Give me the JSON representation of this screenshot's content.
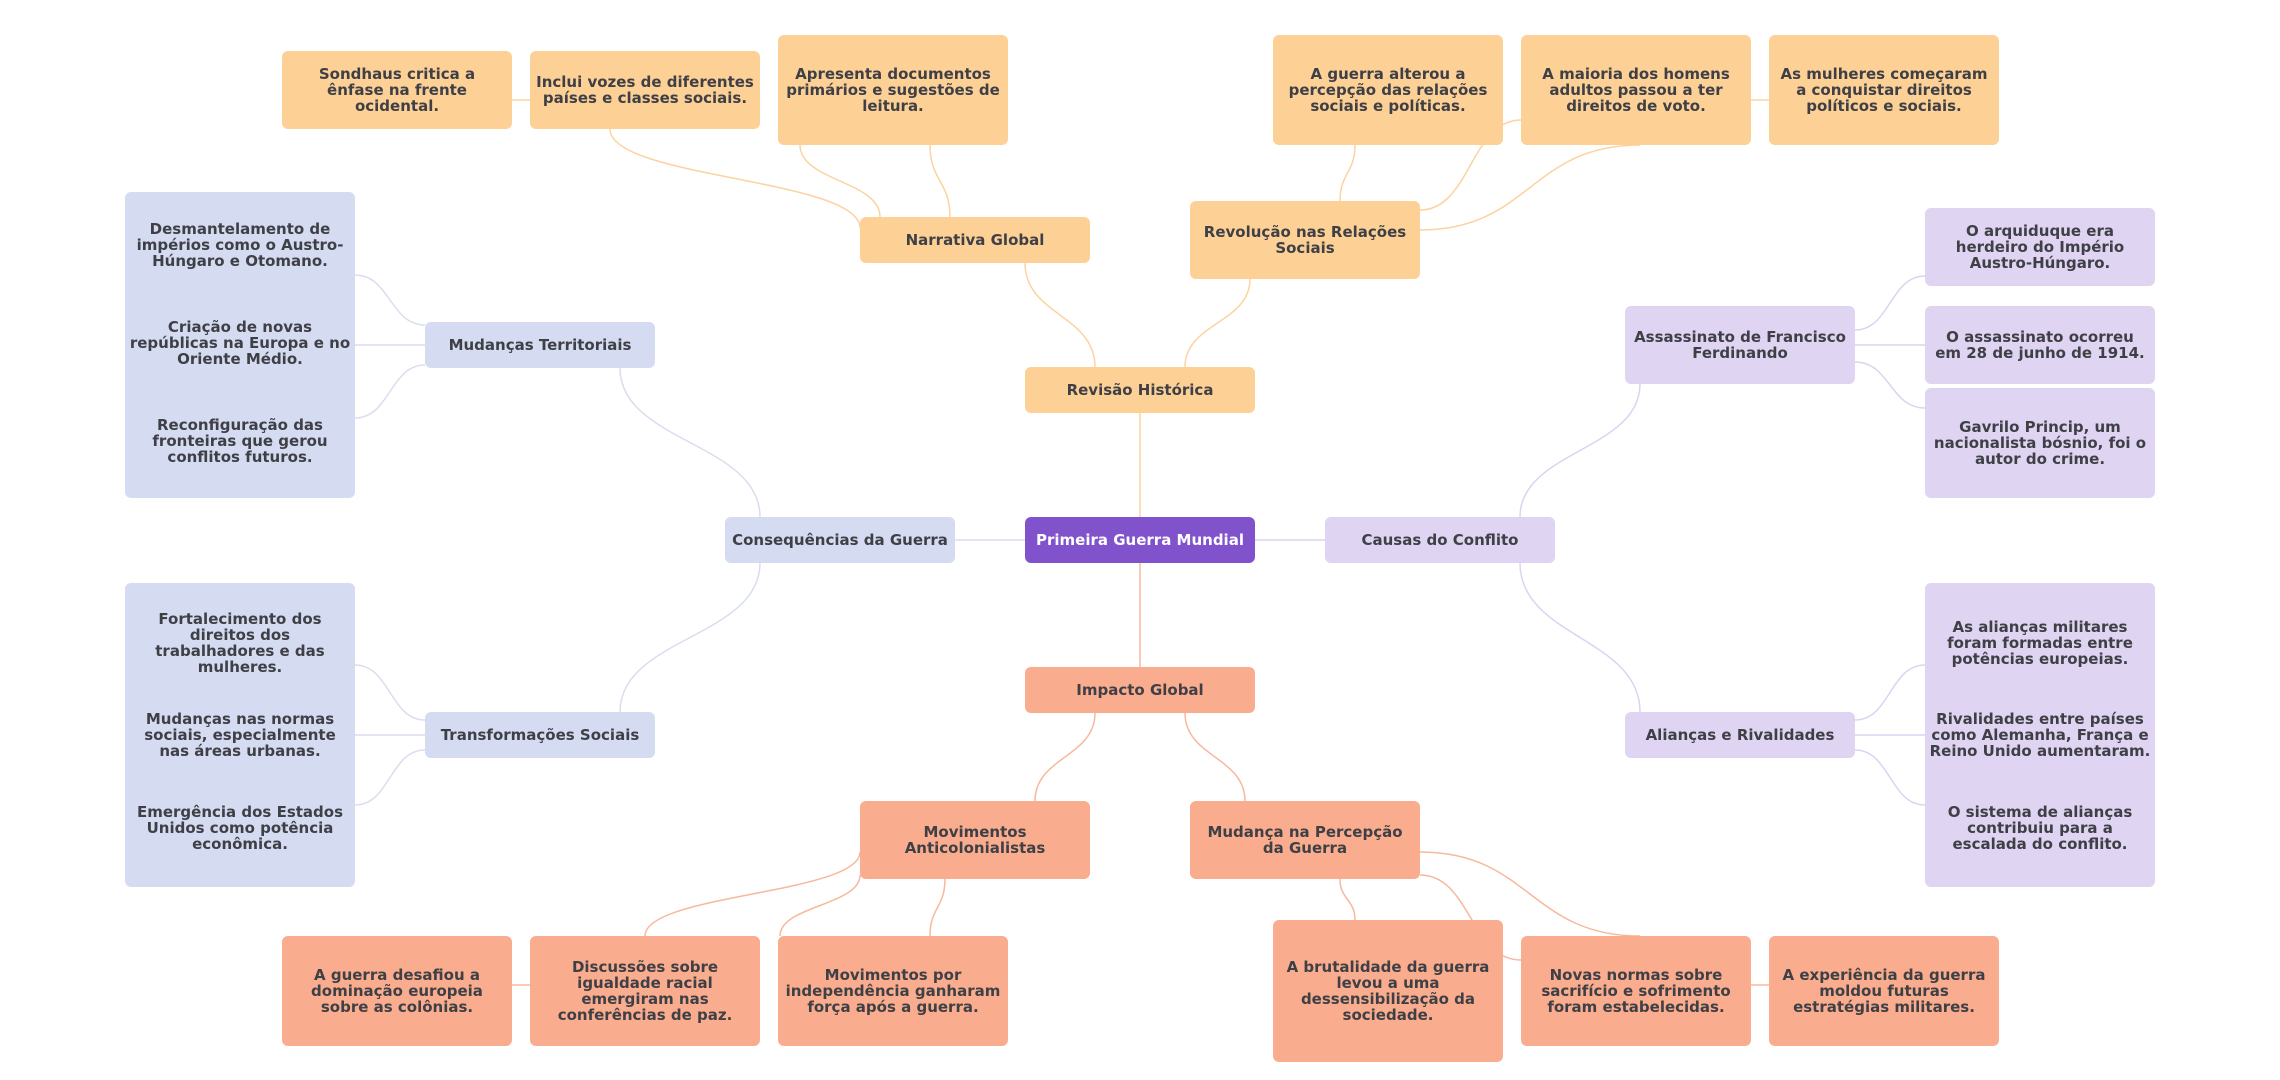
{
  "colors": {
    "root": "#8052cc",
    "causes": "#dfd4f1",
    "review": "#fdd196",
    "impact": "#f9ad8e",
    "consequences": "#d5dcf2",
    "edge_causes": "#dcd3f0",
    "edge_review": "#fcd3a0",
    "edge_impact": "#f8b89c",
    "edge_consequences": "#d9deef"
  },
  "root": {
    "label": "Primeira Guerra Mundial"
  },
  "branches": {
    "causas": {
      "label": "Causas do Conflito",
      "assassinato": {
        "label": "Assassinato de Francisco Ferdinando",
        "items": [
          "O arquiduque era herdeiro do Império Austro-Húngaro.",
          "O assassinato ocorreu em 28 de junho de 1914.",
          "Gavrilo Princip, um nacionalista bósnio, foi o autor do crime."
        ]
      },
      "aliancas": {
        "label": "Alianças e Rivalidades",
        "items": [
          "As alianças militares foram formadas entre potências europeias.",
          "Rivalidades entre países como Alemanha, França e Reino Unido aumentaram.",
          "O sistema de alianças contribuiu para a escalada do conflito."
        ]
      }
    },
    "revisao": {
      "label": "Revisão Histórica",
      "narrativa": {
        "label": "Narrativa Global",
        "items": [
          "Sondhaus critica a ênfase na frente ocidental.",
          "Inclui vozes de diferentes países e classes sociais.",
          "Apresenta documentos primários e sugestões de leitura."
        ]
      },
      "revolucao": {
        "label": "Revolução nas Relações Sociais",
        "items": [
          "A guerra alterou a percepção das relações sociais e políticas.",
          "A maioria dos homens adultos passou a ter direitos de voto.",
          "As mulheres começaram a conquistar direitos políticos e sociais."
        ]
      }
    },
    "impacto": {
      "label": "Impacto Global",
      "movimentos": {
        "label": "Movimentos Anticolonialistas",
        "items": [
          "A guerra desafiou a dominação europeia sobre as colônias.",
          "Discussões sobre igualdade racial emergiram nas conferências de paz.",
          "Movimentos por independência ganharam força após a guerra."
        ]
      },
      "percepcao": {
        "label": "Mudança na Percepção da Guerra",
        "items": [
          "A brutalidade da guerra levou a uma dessensibilização da sociedade.",
          "Novas normas sobre sacrifício e sofrimento foram estabelecidas.",
          "A experiência da guerra moldou futuras estratégias militares."
        ]
      }
    },
    "consequencias": {
      "label": "Consequências da Guerra",
      "territoriais": {
        "label": "Mudanças Territoriais",
        "items": [
          "Desmantelamento de impérios como o Austro-Húngaro e Otomano.",
          "Criação de novas repúblicas na Europa e no Oriente Médio.",
          "Reconfiguração das fronteiras que gerou conflitos futuros."
        ]
      },
      "sociais": {
        "label": "Transformações Sociais",
        "items": [
          "Fortalecimento dos direitos dos trabalhadores e das mulheres.",
          "Mudanças nas normas sociais, especialmente nas áreas urbanas.",
          "Emergência dos Estados Unidos como potência econômica."
        ]
      }
    }
  }
}
